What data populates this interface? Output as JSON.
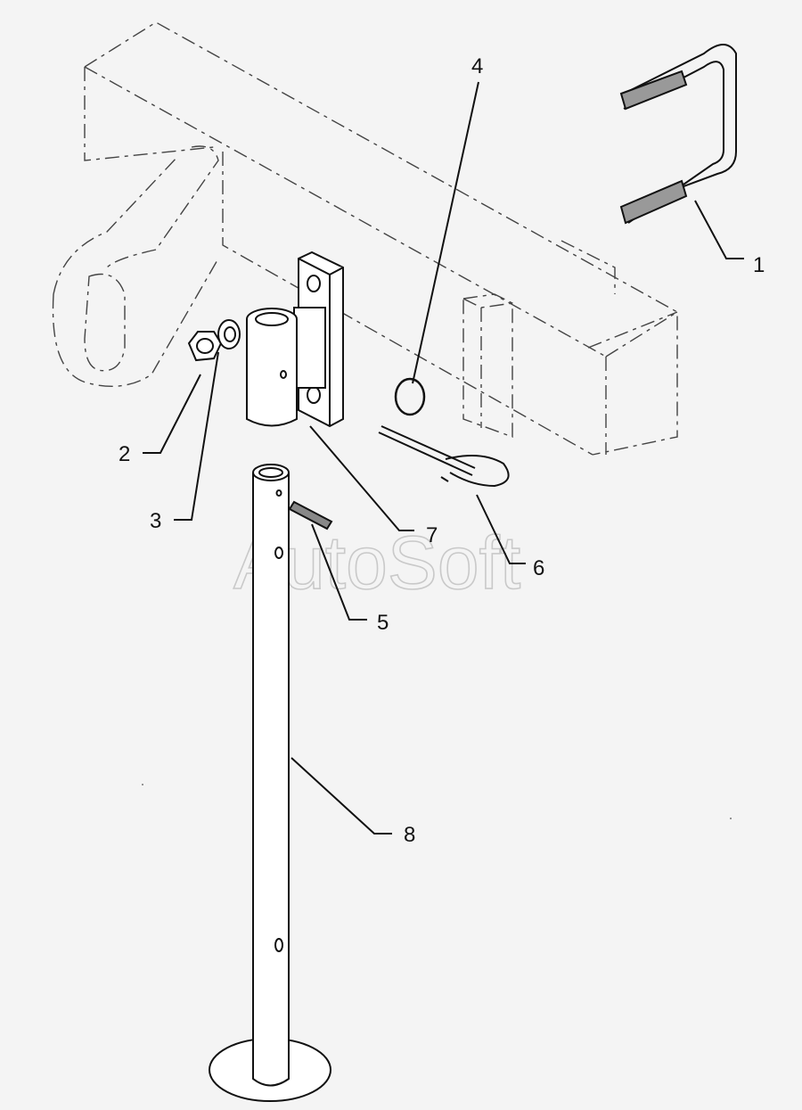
{
  "diagram": {
    "type": "exploded-parts-view",
    "line_color": "#111111",
    "background": "#f4f4f4",
    "callouts": [
      {
        "id": "1",
        "label": "1",
        "part": "u-bolt"
      },
      {
        "id": "2",
        "label": "2",
        "part": "nut"
      },
      {
        "id": "3",
        "label": "3",
        "part": "washer"
      },
      {
        "id": "4",
        "label": "4",
        "part": "ring"
      },
      {
        "id": "5",
        "label": "5",
        "part": "pin"
      },
      {
        "id": "6",
        "label": "6",
        "part": "hitch-pin-clip"
      },
      {
        "id": "7",
        "label": "7",
        "part": "mounting-bracket"
      },
      {
        "id": "8",
        "label": "8",
        "part": "jack-stand-post"
      }
    ]
  },
  "watermark": {
    "text": "AutoSoft"
  }
}
